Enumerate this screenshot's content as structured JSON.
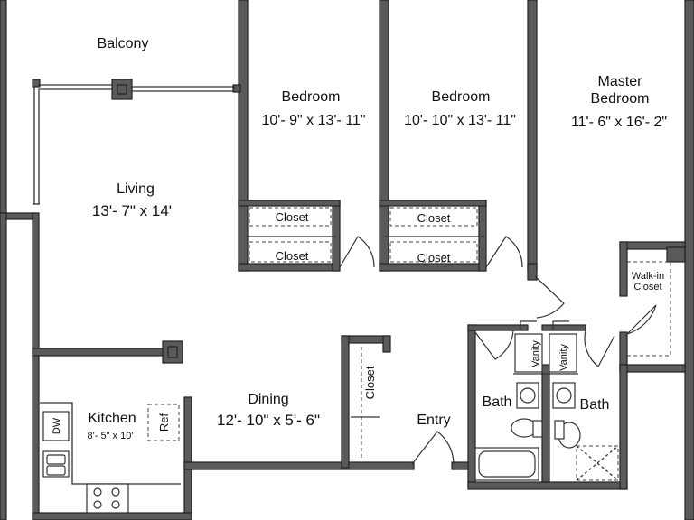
{
  "labels": {
    "balcony": "Balcony",
    "living": "Living",
    "living_dim": "13'- 7\" x 14'",
    "bedroom1": "Bedroom",
    "bedroom1_dim": "10'- 9\" x 13'- 11\"",
    "bedroom2": "Bedroom",
    "bedroom2_dim": "10'- 10\" x 13'- 11\"",
    "master_line1": "Master",
    "master_line2": "Bedroom",
    "master_dim": "11'- 6\" x 16'- 2\"",
    "closet": "Closet",
    "walkin_line1": "Walk-in",
    "walkin_line2": "Closet",
    "dining": "Dining",
    "dining_dim": "12'- 10\" x 5'- 6\"",
    "kitchen": "Kitchen",
    "kitchen_dim": "8'- 5\" x 10'",
    "dw": "DW",
    "ref": "Ref",
    "entry": "Entry",
    "vanity": "Vanity",
    "bath": "Bath"
  }
}
